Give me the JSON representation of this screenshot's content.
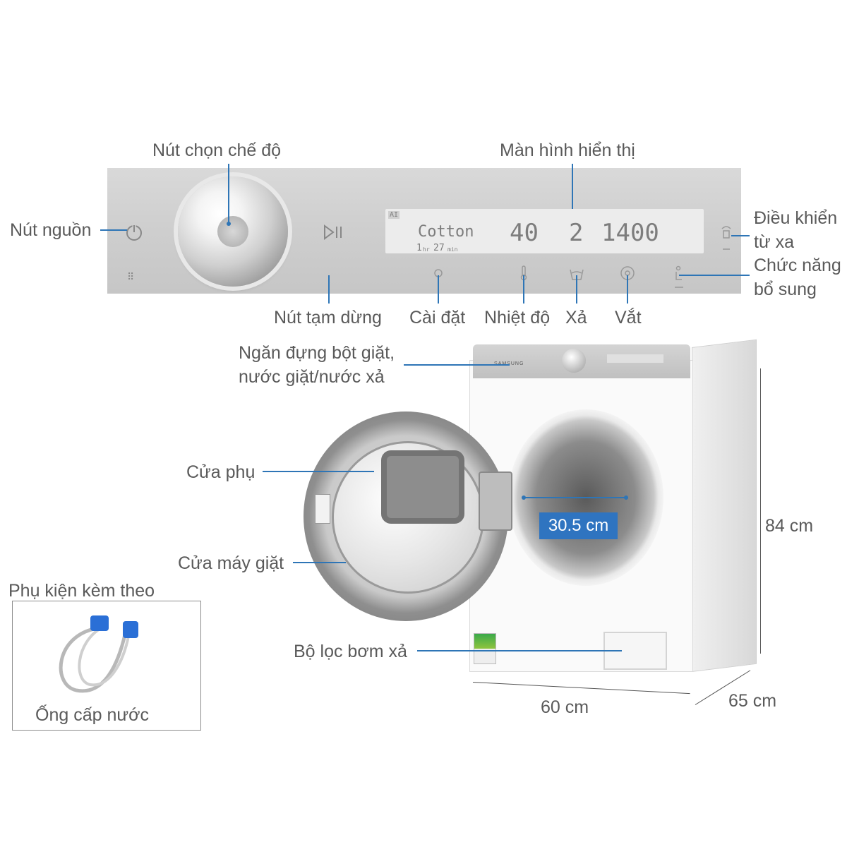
{
  "control_panel": {
    "program_knob_label": "Nút chọn chế độ",
    "display_label": "Màn hình hiển thị",
    "power_label": "Nút nguồn",
    "remote_label_line1": "Điều khiển",
    "remote_label_line2": "từ xa",
    "extra_label_line1": "Chức năng",
    "extra_label_line2": "bổ sung",
    "pause_label": "Nút tạm dừng",
    "settings_label": "Cài đặt",
    "temp_label": "Nhiệt độ",
    "rinse_label": "Xả",
    "spin_label": "Vắt"
  },
  "display": {
    "program": "Cotton",
    "temperature": "40",
    "rinse_count": "2",
    "spin_speed": "1400",
    "time_hour": "1",
    "time_hour_unit": "hr",
    "time_min": "27",
    "time_min_unit": "min",
    "badge": "AI"
  },
  "machine": {
    "dispenser_label_line1": "Ngăn đựng bột giặt,",
    "dispenser_label_line2": "nước giặt/nước xả",
    "sub_door_label": "Cửa phụ",
    "door_label": "Cửa máy giặt",
    "filter_label": "Bộ lọc bơm xả",
    "brand": "SAMSUNG",
    "drum_diameter": "30.5 cm",
    "height": "84 cm",
    "width": "60 cm",
    "depth": "65 cm"
  },
  "accessories": {
    "title": "Phụ kiện kèm theo",
    "item": "Ống cấp nước"
  },
  "colors": {
    "accent_blue": "#2e75b6",
    "panel_silver": "#cfcfcf",
    "label_gray": "#5a5a5a"
  }
}
